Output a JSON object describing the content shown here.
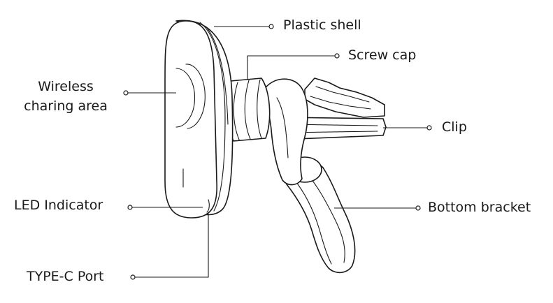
{
  "labels": {
    "plastic_shell": "Plastic shell",
    "screw_cap": "Screw cap",
    "clip": "Clip",
    "bottom_bracket": "Bottom bracket",
    "wireless_line1": "Wireless",
    "wireless_line2": "charing area",
    "led_indicator": "LED Indicator",
    "type_c_port": "TYPE-C Port"
  }
}
